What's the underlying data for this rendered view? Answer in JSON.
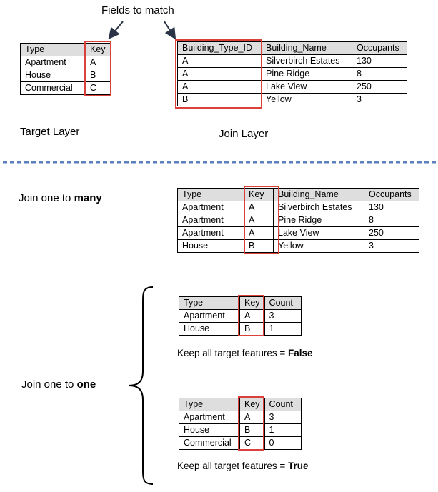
{
  "title": "Fields to match",
  "target_layer": {
    "caption": "Target Layer",
    "headers": [
      "Type",
      "Key"
    ],
    "rows": [
      [
        "Apartment",
        "A"
      ],
      [
        "House",
        "B"
      ],
      [
        "Commercial",
        "C"
      ]
    ]
  },
  "join_layer": {
    "caption": "Join Layer",
    "headers": [
      "Building_Type_ID",
      "Building_Name",
      "Occupants"
    ],
    "rows": [
      [
        "A",
        "Silverbirch Estates",
        "130"
      ],
      [
        "A",
        "Pine Ridge",
        "8"
      ],
      [
        "A",
        "Lake View",
        "250"
      ],
      [
        "B",
        "Yellow",
        "3"
      ]
    ]
  },
  "one_to_many": {
    "label_prefix": "Join one to ",
    "label_bold": "many",
    "headers": [
      "Type",
      "Key",
      "Building_Name",
      "Occupants"
    ],
    "rows": [
      [
        "Apartment",
        "A",
        "Silverbirch Estates",
        "130"
      ],
      [
        "Apartment",
        "A",
        "Pine Ridge",
        "8"
      ],
      [
        "Apartment",
        "A",
        "Lake View",
        "250"
      ],
      [
        "House",
        "B",
        "Yellow",
        "3"
      ]
    ]
  },
  "one_to_one": {
    "label_prefix": "Join one to ",
    "label_bold": "one",
    "table_false": {
      "headers": [
        "Type",
        "Key",
        "Count"
      ],
      "rows": [
        [
          "Apartment",
          "A",
          "3"
        ],
        [
          "House",
          "B",
          "1"
        ]
      ],
      "note_prefix": "Keep all target features = ",
      "note_value": "False"
    },
    "table_true": {
      "headers": [
        "Type",
        "Key",
        "Count"
      ],
      "rows": [
        [
          "Apartment",
          "A",
          "3"
        ],
        [
          "House",
          "B",
          "1"
        ],
        [
          "Commercial",
          "C",
          "0"
        ]
      ],
      "note_prefix": "Keep all target features = ",
      "note_value": "True"
    }
  },
  "colors": {
    "highlight": "#d9413a",
    "divider": "#5b7fbf",
    "header_fill": "#dedede",
    "arrow": "#2b3447"
  }
}
